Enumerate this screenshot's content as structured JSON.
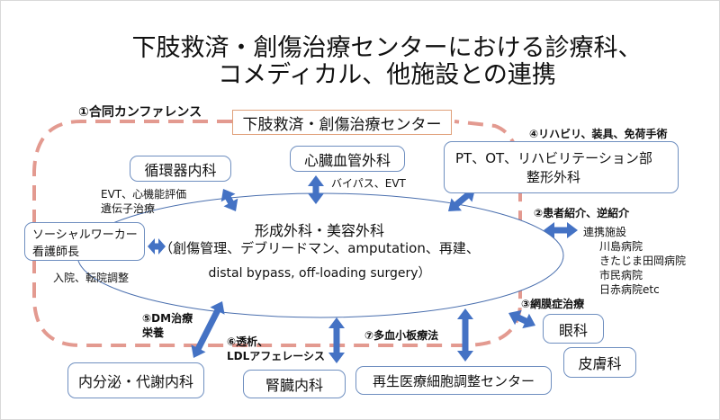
{
  "title": {
    "line1": "下肢救済・創傷治療センターにおける診療科、",
    "line2": "コメディカル、他施設との連携"
  },
  "center_label": "下肢救済・創傷治療センター",
  "conference_label": "①合同カンファレンス",
  "core": {
    "line1": "形成外科・美容外科",
    "line2": "（創傷管理、デブリードマン、amputation、再建、",
    "line3": "distal bypass, off-loading surgery）"
  },
  "nodes": {
    "cardiology": "循環器内科",
    "cardiovascular_surgery": "心臓血管外科",
    "rehab_line1": "PT、OT、リハビリテーション部",
    "rehab_line2": "整形外科",
    "social_line1": "ソーシャルワーカー",
    "social_line2": "看護師長",
    "endocrinology": "内分泌・代謝内科",
    "nephrology": "腎臓内科",
    "regenerative": "再生医療細胞調整センター",
    "ophthalmology": "眼科",
    "dermatology": "皮膚科"
  },
  "annotations": {
    "cardiology_line1": "EVT、心機能評価",
    "cardiology_line2": "遺伝子治療",
    "cv_surgery": "バイパス、EVT",
    "social": "入院、転院調整",
    "rehab": "④リハビリ、装具、免荷手術",
    "referral": "②患者紹介、逆紹介",
    "partners_title": "連携施設",
    "partners": [
      "川島病院",
      "きたじま田岡病院",
      "市民病院",
      "日赤病院etc"
    ],
    "retina": "③網膜症治療",
    "dm_line1": "⑤DM治療",
    "dm_line2": "栄養",
    "dialysis_line1": "⑥透析、",
    "dialysis_line2": "LDLアフェレーシス",
    "prp": "⑦多血小板療法"
  },
  "colors": {
    "arrow": "#4472c4",
    "dashed_border": "#e39a90",
    "box_border": "#6f8fc0",
    "center_box_border": "#e0a07a"
  }
}
